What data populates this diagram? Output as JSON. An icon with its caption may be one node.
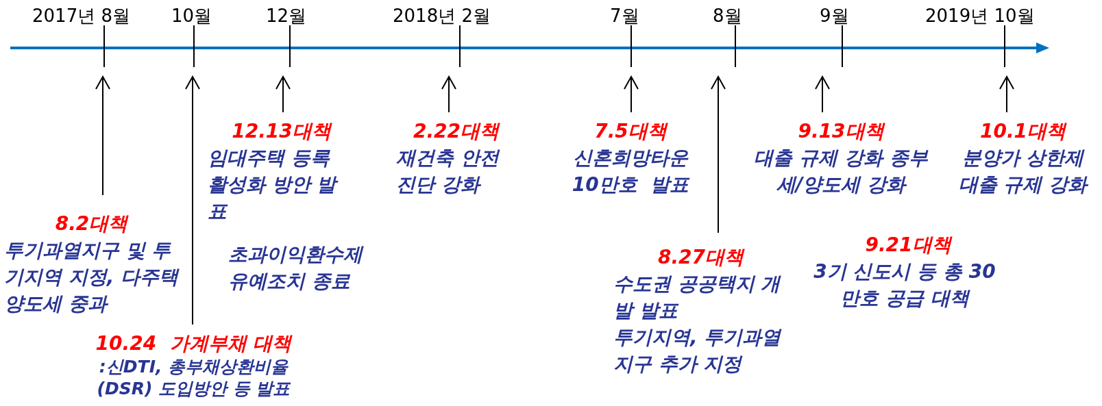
{
  "diagram": {
    "nodes": [
      {
        "text": [
          "8.2대책",
          "투기과열지구 및 투기지역 지정, 다주택 양도세 중과"
        ]
      },
      {
        "text": [
          "10.24  가계부채 대책",
          ":신DTI, 총부채상환비율 (DSR) 도입방안 등 발표"
        ]
      },
      {
        "text": [
          "12.13대책",
          "임대주택 등록 활성화 방안 발표"
        ]
      },
      {
        "text": [
          "2.22대책",
          "재건축 안전 진단 강화"
        ]
      },
      {
        "text": [
          "7.5대책",
          "신혼희망타운 10만호  발표"
        ]
      },
      {
        "text": [
          "8.27대책",
          "수도권 공공택지 개발 발표",
          "투기지역, 투기과열 지구 추가 지정"
        ]
      },
      {
        "text": [
          "9.13대책",
          "대출 규제 강화 종부세/양도세 강화"
        ]
      },
      {
        "text": [
          "10.1대책",
          "분양가 상한제 대출 규제 강화"
        ]
      }
    ],
    "edges": [
      {
        "from": 0,
        "to": null,
        "arrow": "to"
      },
      {
        "from": 1,
        "to": null,
        "arrow": "to"
      },
      {
        "from": 2,
        "to": null,
        "arrow": "to"
      },
      {
        "from": 3,
        "to": null,
        "arrow": "to"
      },
      {
        "from": 4,
        "to": null,
        "arrow": "to"
      },
      {
        "from": 5,
        "to": null,
        "arrow": "to"
      },
      {
        "from": 6,
        "to": null,
        "arrow": "to"
      },
      {
        "from": 7,
        "to": null,
        "arrow": "to"
      }
    ],
    "labels": [
      "2017년 8월",
      "10월",
      "12월",
      "2018년 2월",
      "7월",
      "8월",
      "9월",
      "2019년 10월",
      "초과이익환수제 유예조치 종료",
      "9.21대책",
      "3기 신도시 등 총 30만호 공급 대책"
    ]
  }
}
